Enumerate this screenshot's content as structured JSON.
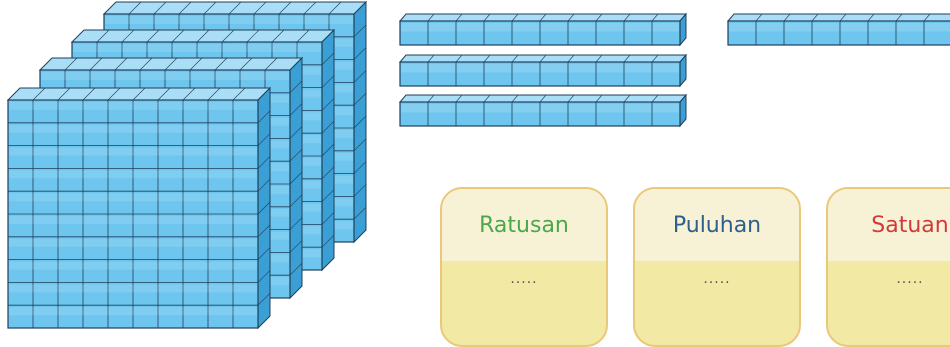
{
  "colors": {
    "cube_front": "#6ec6ef",
    "cube_top": "#a9def6",
    "cube_side": "#3a9fd4",
    "cube_edge": "#1f3f5a",
    "card_border": "#e9c87a",
    "card_header_bg": "#f7f2d6",
    "card_body_bg": "#f1e9a4"
  },
  "blocks": {
    "hundreds_flats": 4,
    "tens_rods": 3,
    "ones_units": 8
  },
  "cards": [
    {
      "label": "Ratusan",
      "value": ".....",
      "color": "#4aa84a"
    },
    {
      "label": "Puluhan",
      "value": ".....",
      "color": "#2e5f8a"
    },
    {
      "label": "Satuan",
      "value": ".....",
      "color": "#d23a3a"
    }
  ]
}
